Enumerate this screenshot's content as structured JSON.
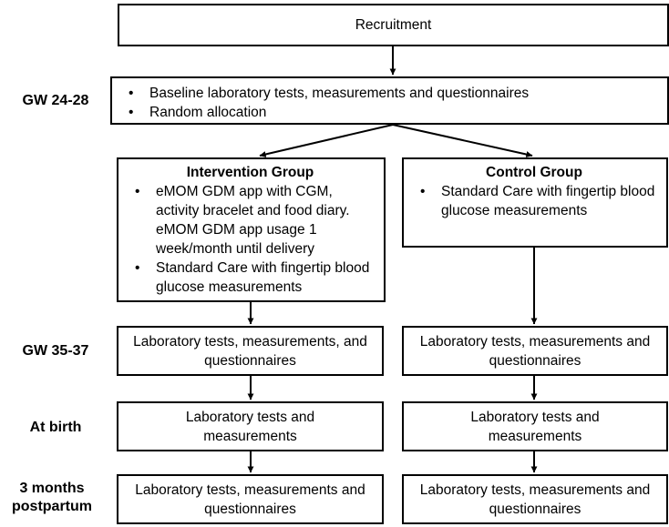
{
  "stage_labels": {
    "gw_24_28": "GW 24-28",
    "gw_35_37": "GW 35-37",
    "at_birth": "At birth",
    "postpartum_line1": "3 months",
    "postpartum_line2": "postpartum"
  },
  "recruitment": "Recruitment",
  "baseline": {
    "items": [
      "Baseline laboratory tests, measurements and questionnaires",
      "Random allocation"
    ]
  },
  "intervention": {
    "title": "Intervention Group",
    "items": [
      "eMOM GDM app with CGM, activity bracelet and food diary. eMOM GDM app usage 1 week/month until delivery",
      "Standard Care with fingertip blood glucose measurements"
    ]
  },
  "control": {
    "title": "Control Group",
    "items": [
      "Standard Care with fingertip blood glucose measurements"
    ]
  },
  "intervention_followup": {
    "gw_35_37": "Laboratory tests, measurements, and questionnaires",
    "at_birth": "Laboratory tests and measurements",
    "postpartum": "Laboratory tests, measurements and questionnaires"
  },
  "control_followup": {
    "gw_35_37": "Laboratory tests, measurements and questionnaires",
    "at_birth": "Laboratory tests and measurements",
    "postpartum": "Laboratory tests, measurements and questionnaires"
  }
}
